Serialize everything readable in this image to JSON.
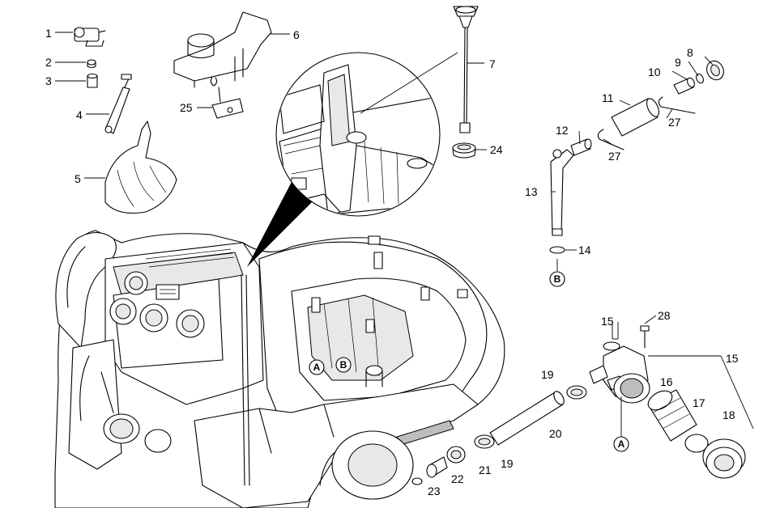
{
  "callouts": {
    "c1": "1",
    "c2": "2",
    "c3": "3",
    "c4": "4",
    "c5": "5",
    "c6": "6",
    "c7": "7",
    "c8": "8",
    "c9": "9",
    "c10": "10",
    "c11": "11",
    "c12": "12",
    "c13": "13",
    "c14": "14",
    "c15a": "15",
    "c15b": "15",
    "c16": "16",
    "c17": "17",
    "c18": "18",
    "c19a": "19",
    "c19b": "19",
    "c20": "20",
    "c21": "21",
    "c22": "22",
    "c23": "23",
    "c24": "24",
    "c25": "25",
    "c27a": "27",
    "c27b": "27",
    "c28": "28"
  },
  "refs": {
    "a1": "A",
    "b1": "B",
    "a2": "A",
    "b2": "B"
  }
}
